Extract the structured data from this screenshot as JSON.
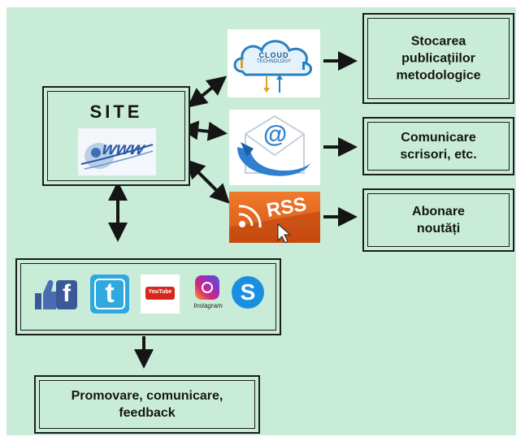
{
  "diagram": {
    "site": {
      "title": "SITE",
      "logo_text": "www"
    },
    "cloud": {
      "text_line1": "CLOUD",
      "text_line2": "TECHNOLOGY"
    },
    "email": {
      "symbol": "@"
    },
    "rss": {
      "text": "RSS"
    },
    "social": {
      "facebook": "f",
      "twitter": "t",
      "youtube": "YouTube",
      "instagram": "Instagram",
      "skype": "S"
    },
    "storage_box": {
      "label": "Stocarea\npublicațiilor\nmetodologice"
    },
    "mail_box": {
      "label": "Comunicare\nscrisori, etc."
    },
    "news_box": {
      "label": "Abonare\nnoutăți"
    },
    "promo_box": {
      "label": "Promovare, comunicare,\nfeedback"
    }
  },
  "colors": {
    "background": "#c9ecd8",
    "border": "#1b1b1b",
    "rss_orange": "#e8641c",
    "facebook_blue": "#3b5998",
    "twitter_blue": "#2fa8e0",
    "youtube_red": "#d9261c",
    "skype_blue": "#1a8fe0"
  }
}
